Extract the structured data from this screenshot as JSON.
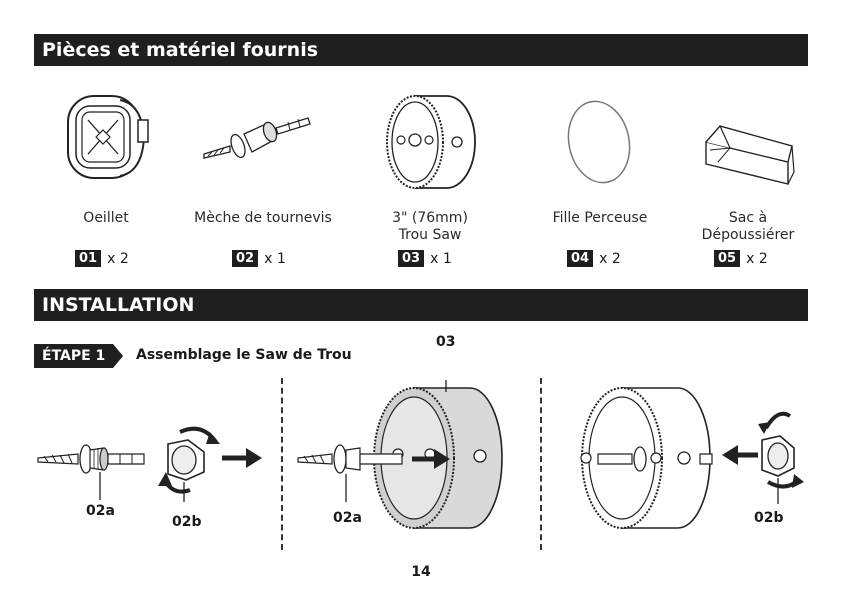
{
  "sections": {
    "parts_title": "Pièces et matériel fournis",
    "install_title": "INSTALLATION"
  },
  "parts": [
    {
      "label_line1": "",
      "label_line2": "Oeillet",
      "code": "01",
      "qty": "x 2",
      "icon": "grommet-icon"
    },
    {
      "label_line1": "",
      "label_line2": "Mèche de tournevis",
      "code": "02",
      "qty": "x 1",
      "icon": "drill-bit-icon"
    },
    {
      "label_line1": "3\" (76mm)",
      "label_line2": "Trou Saw",
      "code": "03",
      "qty": "x 1",
      "icon": "hole-saw-icon"
    },
    {
      "label_line1": "",
      "label_line2": "Fille Perceuse",
      "code": "04",
      "qty": "x 2",
      "icon": "drill-film-icon"
    },
    {
      "label_line1": "Sac à",
      "label_line2": "Dépoussiérer",
      "code": "05",
      "qty": "x 2",
      "icon": "dust-bag-icon"
    }
  ],
  "step": {
    "tag": "ÉTAPE 1",
    "title": "Assemblage le Saw de Trou"
  },
  "callouts": {
    "c03": "03",
    "c02a_left": "02a",
    "c02b_left": "02b",
    "c02a_mid": "02a",
    "c02b_right": "02b"
  },
  "page_number": "14"
}
